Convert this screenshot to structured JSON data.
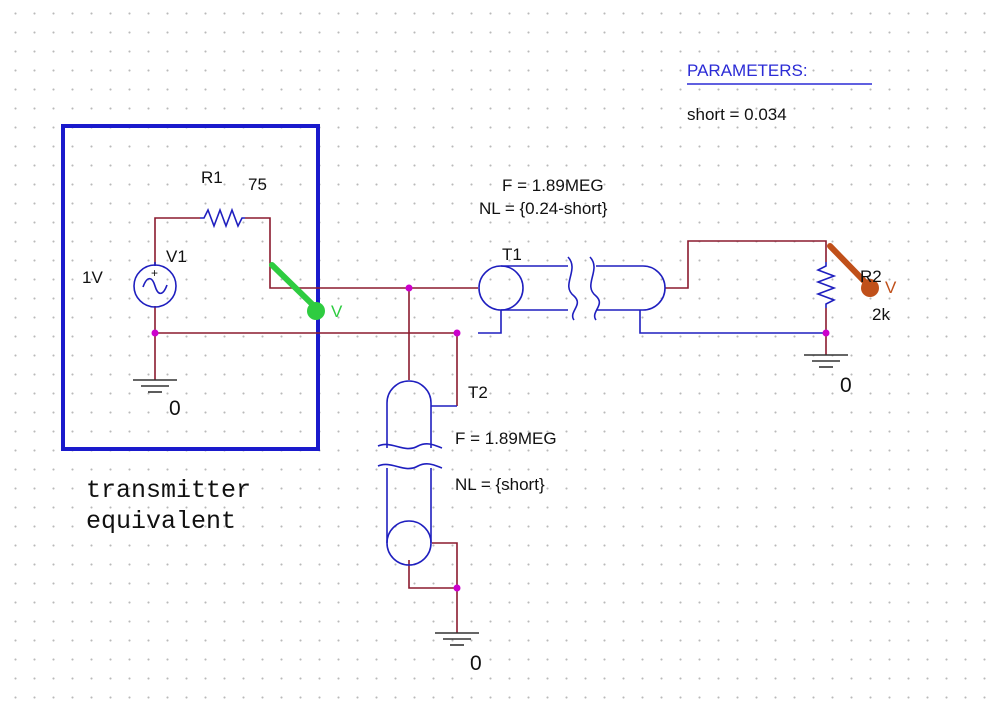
{
  "parameters": {
    "title": "PARAMETERS:",
    "value_line": "short = 0.034"
  },
  "source": {
    "name": "V1",
    "value": "1V",
    "plus_sign": "+"
  },
  "resistor_r1": {
    "name": "R1",
    "value": "75"
  },
  "resistor_r2": {
    "name": "R2",
    "value": "2k"
  },
  "tline_t1": {
    "name": "T1",
    "freq": "F = 1.89MEG",
    "nl": "NL = {0.24-short}"
  },
  "tline_t2": {
    "name": "T2",
    "freq": "F = 1.89MEG",
    "nl": "NL = {short}"
  },
  "grounds": {
    "g1": "0",
    "g2": "0",
    "g3": "0"
  },
  "note": {
    "line1": "transmitter",
    "line2": "equivalent"
  },
  "probes": {
    "green": {
      "label": "V",
      "color": "#2ecc40"
    },
    "red": {
      "label": "V",
      "color": "#c0501a"
    }
  },
  "colors": {
    "wire": "#8b1a2e",
    "part": "#1f1fbf",
    "frame": "#1a1acc",
    "junction": "#cc00cc"
  }
}
